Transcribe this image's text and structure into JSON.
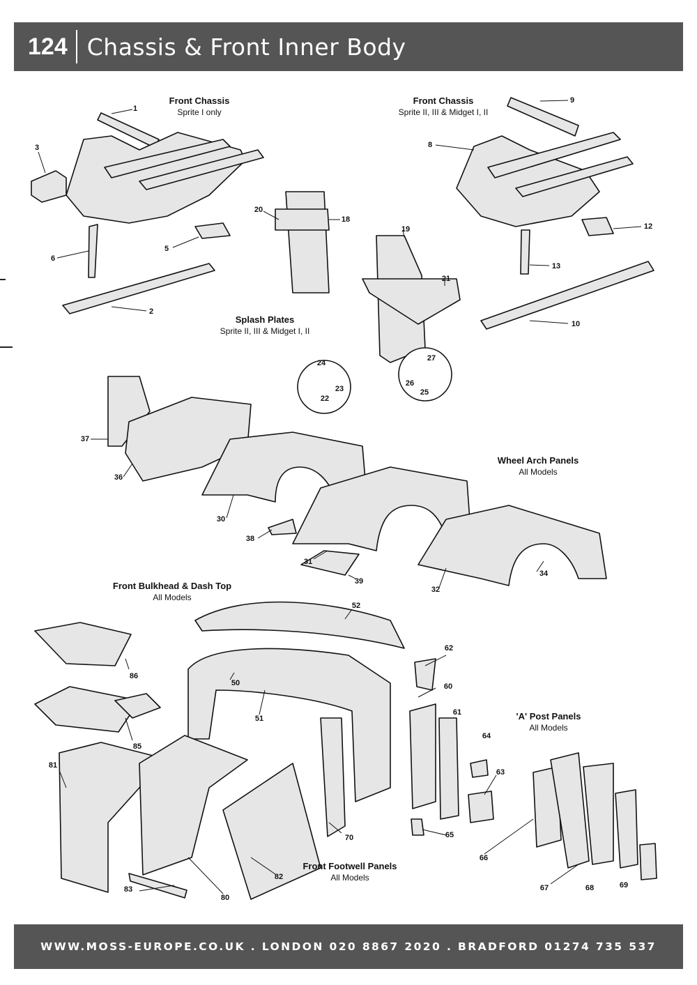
{
  "header": {
    "page_number": "124",
    "title": "Chassis & Front Inner Body"
  },
  "captions": {
    "front_chassis_1": {
      "heading": "Front Chassis",
      "sub": "Sprite I only"
    },
    "front_chassis_2": {
      "heading": "Front Chassis",
      "sub": "Sprite II, III & Midget I, II"
    },
    "splash_plates": {
      "heading": "Splash Plates",
      "sub": "Sprite II, III & Midget I, II"
    },
    "wheel_arch": {
      "heading": "Wheel Arch Panels",
      "sub": "All Models"
    },
    "bulkhead": {
      "heading": "Front Bulkhead & Dash Top",
      "sub": "All Models"
    },
    "a_post": {
      "heading": "'A' Post Panels",
      "sub": "All Models"
    },
    "footwell": {
      "heading": "Front Footwell Panels",
      "sub": "All Models"
    }
  },
  "part_numbers": [
    "1",
    "2",
    "3",
    "5",
    "6",
    "8",
    "9",
    "10",
    "12",
    "13",
    "18",
    "19",
    "20",
    "21",
    "22",
    "23",
    "24",
    "25",
    "26",
    "27",
    "30",
    "31",
    "32",
    "34",
    "36",
    "37",
    "38",
    "39",
    "50",
    "51",
    "52",
    "60",
    "61",
    "62",
    "63",
    "64",
    "65",
    "66",
    "67",
    "68",
    "69",
    "70",
    "80",
    "81",
    "82",
    "83",
    "85",
    "86"
  ],
  "footer": {
    "text": "WWW.MOSS-EUROPE.CO.UK . LONDON 020 8867 2020 . BRADFORD 01274 735 537"
  }
}
